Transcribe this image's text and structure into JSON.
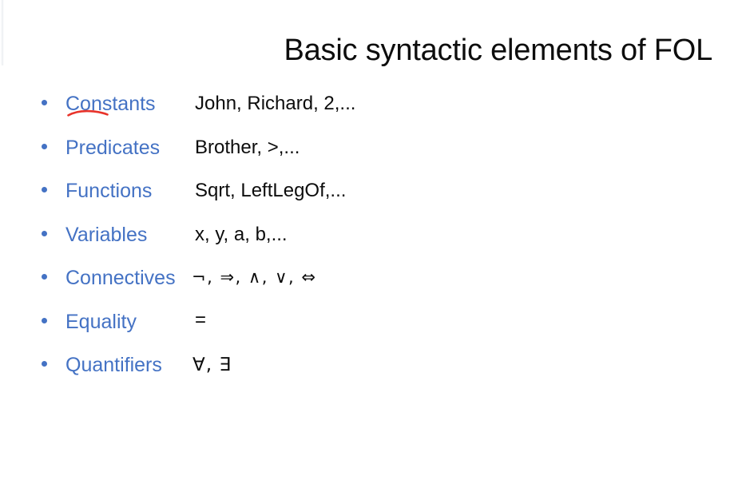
{
  "slide": {
    "title": "Basic syntactic elements of FOL",
    "background_color": "#ffffff",
    "title_color": "#0d0d0d",
    "label_color": "#4472c4",
    "example_color": "#0d0d0d",
    "annotation_color": "#e8332a",
    "rows": [
      {
        "label": "Constants",
        "example": "John, Richard, 2,...",
        "annotated": true
      },
      {
        "label": "Predicates",
        "example": "Brother, >,...",
        "annotated": false
      },
      {
        "label": "Functions",
        "example": "Sqrt, LeftLegOf,...",
        "annotated": false
      },
      {
        "label": "Variables",
        "example": "x, y, a, b,...",
        "annotated": false
      },
      {
        "label": "Connectives",
        "example": "¬, ⇒, ∧, ∨, ⇔",
        "annotated": false
      },
      {
        "label": "Equality",
        "example": "=",
        "annotated": false
      },
      {
        "label": "Quantifiers",
        "example": "∀, ∃",
        "annotated": false
      }
    ]
  }
}
